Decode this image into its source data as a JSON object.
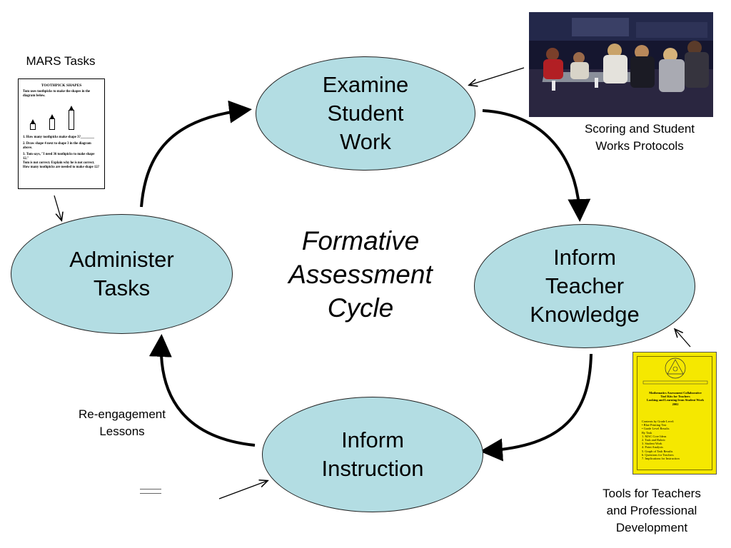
{
  "diagram": {
    "title": "Formative\nAssessment\nCycle",
    "nodes": {
      "examine": "Examine\nStudent\nWork",
      "inform_teacher": "Inform\nTeacher\nKnowledge",
      "inform_instruction": "Inform\nInstruction",
      "administer": "Administer\nTasks"
    },
    "captions": {
      "mars": "MARS Tasks",
      "scoring": "Scoring and Student\nWorks Protocols",
      "reengagement": "Re-engagement\nLessons",
      "tools": "Tools for Teachers\nand Professional\nDevelopment"
    },
    "colors": {
      "ellipse_fill": "#b3dde3",
      "booklet": "#f5e800"
    }
  },
  "worksheet": {
    "title": "TOOTHPICK SHAPES",
    "intro": "Tom uses toothpicks to make the shapes in the\ndiagram below.",
    "q1": "1. How many toothpicks make shape 3?________",
    "q2": "2. Draw shape 4 next to shape 3 in the diagram\nabove.",
    "q3": "3. Tom says, \"I need 36 toothpicks to make shape 12.\"\nTom is not correct. Explain why he is not correct.\nHow many toothpicks are needed to make shape 12?"
  },
  "booklet": {
    "title": "Mathematics Assessment Collaborative\nTool Kits for Teachers\nLooking and Learning from Student Work\n2002",
    "contents": "Contents by Grade Level:\n• Blue Printing Test\n• Grade Level Results\nBy Task\n1. MAC Core Ideas\n2. Task and Rubric\n3. Student Work\n4. Point Analysis\n5. Graph of Task Results\n6. Questions for Teachers\n7. Implications for Instruction"
  }
}
